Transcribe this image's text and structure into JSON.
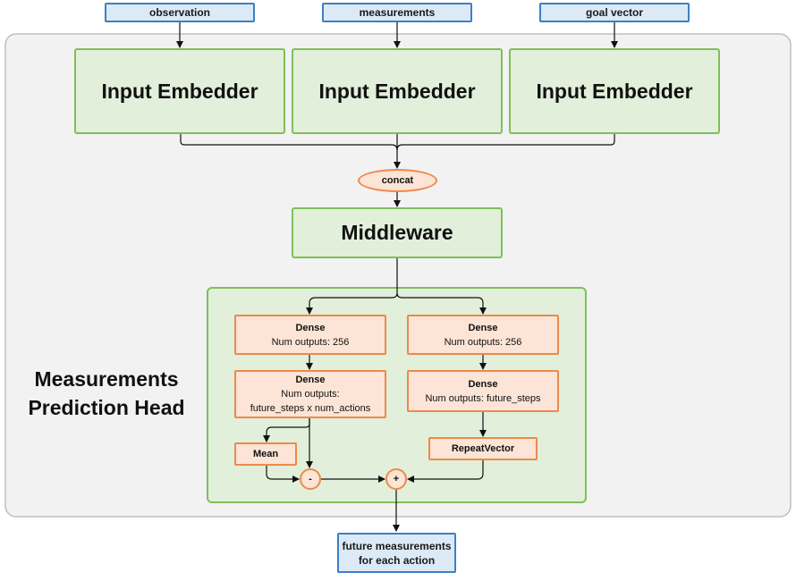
{
  "inputs": {
    "observation": "observation",
    "measurements": "measurements",
    "goal_vector": "goal vector"
  },
  "embedders": [
    "Input Embedder",
    "Input Embedder",
    "Input Embedder"
  ],
  "concat": "concat",
  "middleware": "Middleware",
  "head_label": {
    "line1": "Measurements",
    "line2": "Prediction Head"
  },
  "left_branch": {
    "dense1": {
      "title": "Dense",
      "line1": "Num outputs: 256"
    },
    "dense2": {
      "title": "Dense",
      "line1": "Num outputs:",
      "line2": "future_steps x num_actions"
    },
    "mean": "Mean",
    "minus": "-"
  },
  "right_branch": {
    "dense1": {
      "title": "Dense",
      "line1": "Num outputs: 256"
    },
    "dense2": {
      "title": "Dense",
      "line1": "Num outputs: future_steps"
    },
    "repeat": "RepeatVector",
    "plus": "+"
  },
  "output": {
    "line1": "future measurements",
    "line2": "for each action"
  },
  "colors": {
    "panel_bg": "#f2f2f2",
    "panel_border": "#bfbfbf",
    "green_fill": "#e2efda",
    "green_border": "#7fbf5a",
    "orange_fill": "#fce4d6",
    "orange_border": "#ec8a4a",
    "blue_fill": "#dce9f6",
    "blue_border": "#3d7fc4"
  }
}
